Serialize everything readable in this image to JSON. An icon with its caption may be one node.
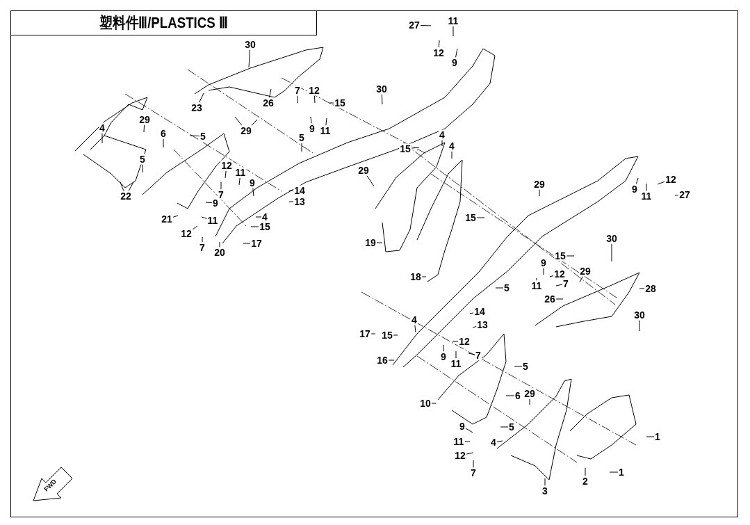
{
  "diagram": {
    "title": "塑料件Ⅲ/PLASTICS Ⅲ",
    "nodes": [
      {
        "text": [
          "30"
        ]
      },
      {
        "text": [
          "27"
        ]
      },
      {
        "text": [
          "11"
        ]
      },
      {
        "text": [
          "12"
        ]
      },
      {
        "text": [
          "9"
        ]
      },
      {
        "text": [
          "23"
        ]
      },
      {
        "text": [
          "26"
        ]
      },
      {
        "text": [
          "29"
        ]
      },
      {
        "text": [
          "30"
        ]
      },
      {
        "text": [
          "7"
        ]
      },
      {
        "text": [
          "12"
        ]
      },
      {
        "text": [
          "15"
        ]
      },
      {
        "text": [
          "9"
        ]
      },
      {
        "text": [
          "11"
        ]
      },
      {
        "text": [
          "29"
        ]
      },
      {
        "text": [
          "4"
        ]
      },
      {
        "text": [
          "5"
        ]
      },
      {
        "text": [
          "6"
        ]
      },
      {
        "text": [
          "5"
        ]
      },
      {
        "text": [
          "5"
        ]
      },
      {
        "text": [
          "22"
        ]
      },
      {
        "text": [
          "12"
        ]
      },
      {
        "text": [
          "11"
        ]
      },
      {
        "text": [
          "9"
        ]
      },
      {
        "text": [
          "9"
        ]
      },
      {
        "text": [
          "7"
        ]
      },
      {
        "text": [
          "11"
        ]
      },
      {
        "text": [
          "12"
        ]
      },
      {
        "text": [
          "7"
        ]
      },
      {
        "text": [
          "21"
        ]
      },
      {
        "text": [
          "4"
        ]
      },
      {
        "text": [
          "15"
        ]
      },
      {
        "text": [
          "20"
        ]
      },
      {
        "text": [
          "17"
        ]
      },
      {
        "text": [
          "14"
        ]
      },
      {
        "text": [
          "13"
        ]
      },
      {
        "text": [
          "15"
        ]
      },
      {
        "text": [
          "4"
        ]
      },
      {
        "text": [
          "4"
        ]
      },
      {
        "text": [
          "29"
        ]
      },
      {
        "text": [
          "19"
        ]
      },
      {
        "text": [
          "29"
        ]
      },
      {
        "text": [
          "9"
        ]
      },
      {
        "text": [
          "11"
        ]
      },
      {
        "text": [
          "12"
        ]
      },
      {
        "text": [
          "27"
        ]
      },
      {
        "text": [
          "15"
        ]
      },
      {
        "text": [
          "18"
        ]
      },
      {
        "text": [
          "30"
        ]
      },
      {
        "text": [
          "15"
        ]
      },
      {
        "text": [
          "9"
        ]
      },
      {
        "text": [
          "29"
        ]
      },
      {
        "text": [
          "12"
        ]
      },
      {
        "text": [
          "11"
        ]
      },
      {
        "text": [
          "7"
        ]
      },
      {
        "text": [
          "5"
        ]
      },
      {
        "text": [
          "26"
        ]
      },
      {
        "text": [
          "28"
        ]
      },
      {
        "text": [
          "14"
        ]
      },
      {
        "text": [
          "13"
        ]
      },
      {
        "text": [
          "30"
        ]
      },
      {
        "text": [
          "17"
        ]
      },
      {
        "text": [
          "15"
        ]
      },
      {
        "text": [
          "4"
        ]
      },
      {
        "text": [
          "12"
        ]
      },
      {
        "text": [
          "9"
        ]
      },
      {
        "text": [
          "11"
        ]
      },
      {
        "text": [
          "7"
        ]
      },
      {
        "text": [
          "16"
        ]
      },
      {
        "text": [
          "5"
        ]
      },
      {
        "text": [
          "6"
        ]
      },
      {
        "text": [
          "29"
        ]
      },
      {
        "text": [
          "10"
        ]
      },
      {
        "text": [
          "5"
        ]
      },
      {
        "text": [
          "9"
        ]
      },
      {
        "text": [
          "11"
        ]
      },
      {
        "text": [
          "4"
        ]
      },
      {
        "text": [
          "12"
        ]
      },
      {
        "text": [
          "7"
        ]
      },
      {
        "text": [
          "1"
        ]
      },
      {
        "text": [
          "1"
        ]
      },
      {
        "text": [
          "2"
        ]
      },
      {
        "text": [
          "3"
        ]
      }
    ],
    "edges": [
      {
        "from": 0,
        "to": null,
        "arrow": "none"
      },
      {
        "from": 1,
        "to": null,
        "arrow": "none"
      },
      {
        "from": 2,
        "to": null,
        "arrow": "none"
      },
      {
        "from": 3,
        "to": null,
        "arrow": "none"
      },
      {
        "from": 4,
        "to": null,
        "arrow": "none"
      },
      {
        "from": 5,
        "to": null,
        "arrow": "none"
      },
      {
        "from": 6,
        "to": null,
        "arrow": "none"
      },
      {
        "from": 7,
        "to": null,
        "arrow": "none"
      },
      {
        "from": 7,
        "to": null,
        "arrow": "none"
      },
      {
        "from": 8,
        "to": null,
        "arrow": "none"
      },
      {
        "from": 9,
        "to": null,
        "arrow": "none"
      },
      {
        "from": 10,
        "to": null,
        "arrow": "none"
      },
      {
        "from": 11,
        "to": null,
        "arrow": "none"
      },
      {
        "from": 12,
        "to": null,
        "arrow": "none"
      },
      {
        "from": 13,
        "to": null,
        "arrow": "none"
      },
      {
        "from": 14,
        "to": null,
        "arrow": "none"
      },
      {
        "from": 15,
        "to": null,
        "arrow": "none"
      },
      {
        "from": 16,
        "to": null,
        "arrow": "none"
      },
      {
        "from": 17,
        "to": null,
        "arrow": "none"
      },
      {
        "from": 18,
        "to": null,
        "arrow": "none"
      },
      {
        "from": 19,
        "to": null,
        "arrow": "none"
      },
      {
        "from": 20,
        "to": null,
        "arrow": "none"
      },
      {
        "from": 20,
        "to": null,
        "arrow": "none"
      },
      {
        "from": 21,
        "to": null,
        "arrow": "none"
      },
      {
        "from": 22,
        "to": null,
        "arrow": "none"
      },
      {
        "from": 23,
        "to": null,
        "arrow": "none"
      },
      {
        "from": 24,
        "to": null,
        "arrow": "none"
      },
      {
        "from": 25,
        "to": null,
        "arrow": "none"
      },
      {
        "from": 26,
        "to": null,
        "arrow": "none"
      },
      {
        "from": 27,
        "to": null,
        "arrow": "none"
      },
      {
        "from": 28,
        "to": null,
        "arrow": "none"
      },
      {
        "from": 29,
        "to": null,
        "arrow": "none"
      },
      {
        "from": 30,
        "to": null,
        "arrow": "none"
      },
      {
        "from": 31,
        "to": null,
        "arrow": "none"
      },
      {
        "from": 32,
        "to": null,
        "arrow": "none"
      },
      {
        "from": 33,
        "to": null,
        "arrow": "none"
      },
      {
        "from": 34,
        "to": null,
        "arrow": "none"
      },
      {
        "from": 35,
        "to": null,
        "arrow": "none"
      },
      {
        "from": 36,
        "to": null,
        "arrow": "none"
      },
      {
        "from": 37,
        "to": null,
        "arrow": "none"
      },
      {
        "from": 38,
        "to": null,
        "arrow": "none"
      },
      {
        "from": 39,
        "to": null,
        "arrow": "none"
      },
      {
        "from": 40,
        "to": null,
        "arrow": "none"
      },
      {
        "from": 41,
        "to": null,
        "arrow": "none"
      },
      {
        "from": 42,
        "to": null,
        "arrow": "none"
      },
      {
        "from": 43,
        "to": null,
        "arrow": "none"
      },
      {
        "from": 44,
        "to": null,
        "arrow": "none"
      },
      {
        "from": 45,
        "to": null,
        "arrow": "none"
      },
      {
        "from": 46,
        "to": null,
        "arrow": "none"
      },
      {
        "from": 47,
        "to": null,
        "arrow": "none"
      },
      {
        "from": 48,
        "to": null,
        "arrow": "none"
      },
      {
        "from": 49,
        "to": null,
        "arrow": "none"
      },
      {
        "from": 50,
        "to": null,
        "arrow": "none"
      },
      {
        "from": 51,
        "to": null,
        "arrow": "none"
      },
      {
        "from": 52,
        "to": null,
        "arrow": "none"
      },
      {
        "from": 53,
        "to": null,
        "arrow": "none"
      },
      {
        "from": 54,
        "to": null,
        "arrow": "none"
      },
      {
        "from": 55,
        "to": null,
        "arrow": "none"
      },
      {
        "from": 56,
        "to": null,
        "arrow": "none"
      },
      {
        "from": 57,
        "to": null,
        "arrow": "none"
      },
      {
        "from": 58,
        "to": null,
        "arrow": "none"
      },
      {
        "from": 59,
        "to": null,
        "arrow": "none"
      },
      {
        "from": 60,
        "to": null,
        "arrow": "none"
      },
      {
        "from": 61,
        "to": null,
        "arrow": "none"
      },
      {
        "from": 62,
        "to": null,
        "arrow": "none"
      },
      {
        "from": 63,
        "to": null,
        "arrow": "none"
      },
      {
        "from": 64,
        "to": null,
        "arrow": "none"
      },
      {
        "from": 65,
        "to": null,
        "arrow": "none"
      },
      {
        "from": 66,
        "to": null,
        "arrow": "none"
      },
      {
        "from": 67,
        "to": null,
        "arrow": "none"
      },
      {
        "from": 68,
        "to": null,
        "arrow": "none"
      },
      {
        "from": 69,
        "to": null,
        "arrow": "none"
      },
      {
        "from": 70,
        "to": null,
        "arrow": "none"
      },
      {
        "from": 71,
        "to": null,
        "arrow": "none"
      },
      {
        "from": 72,
        "to": null,
        "arrow": "none"
      },
      {
        "from": 73,
        "to": null,
        "arrow": "none"
      },
      {
        "from": 74,
        "to": null,
        "arrow": "none"
      },
      {
        "from": 75,
        "to": null,
        "arrow": "none"
      },
      {
        "from": 76,
        "to": null,
        "arrow": "none"
      },
      {
        "from": 77,
        "to": null,
        "arrow": "none"
      },
      {
        "from": 78,
        "to": null,
        "arrow": "none"
      },
      {
        "from": 79,
        "to": null,
        "arrow": "none"
      },
      {
        "from": 80,
        "to": null,
        "arrow": "none"
      },
      {
        "from": 81,
        "to": null,
        "arrow": "none"
      },
      {
        "from": 82,
        "to": null,
        "arrow": "none"
      }
    ],
    "labels": [
      "FWD"
    ]
  }
}
